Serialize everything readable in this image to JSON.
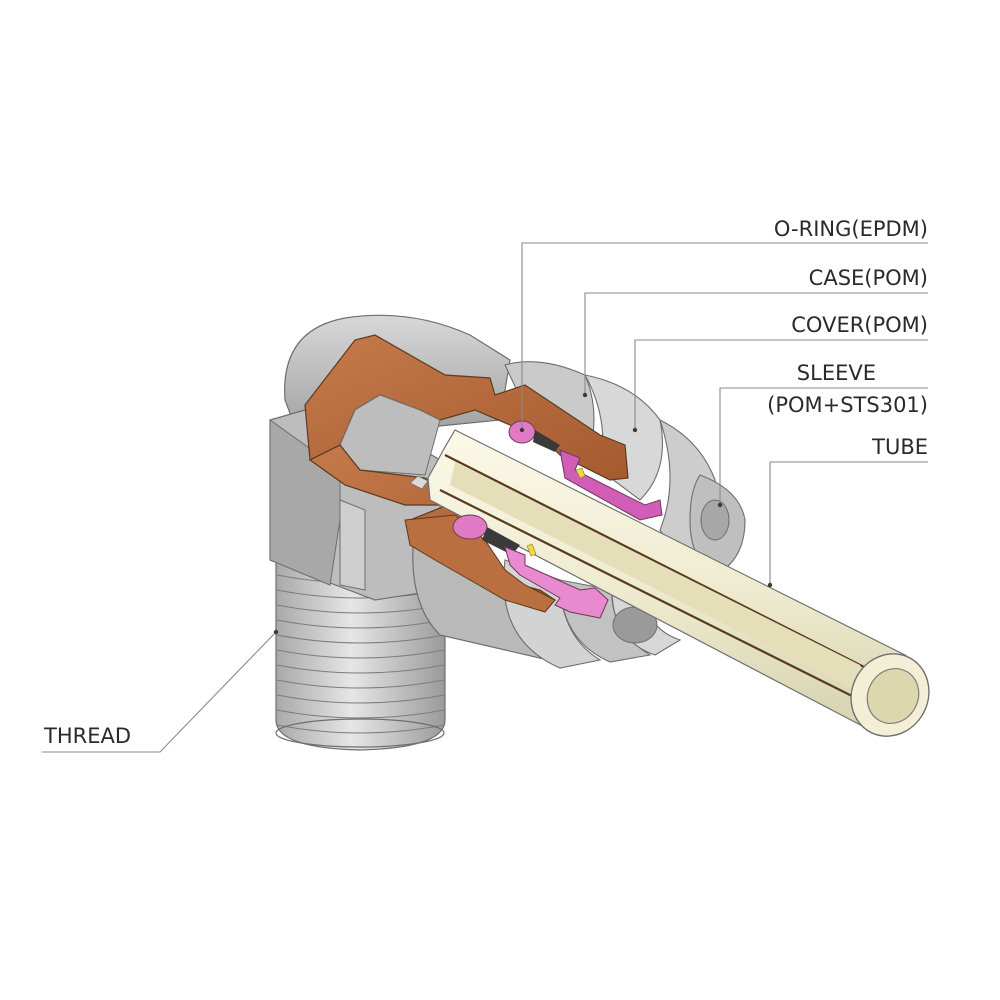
{
  "diagram": {
    "labels": {
      "oring": "O-RING(EPDM)",
      "case": "CASE(POM)",
      "cover": "COVER(POM)",
      "sleeve_line1": "SLEEVE",
      "sleeve_line2": "(POM+STS301)",
      "tube": "TUBE",
      "thread": "THREAD"
    },
    "colors": {
      "body_metal": "#c8c8c8",
      "body_dark": "#9c9c9c",
      "section_cut": "#b5693c",
      "oring": "#e07ac4",
      "sleeve": "#d25db7",
      "tube": "#efecd2",
      "leader_line": "#8a8a8a",
      "label_text": "#2a2a2a"
    }
  }
}
